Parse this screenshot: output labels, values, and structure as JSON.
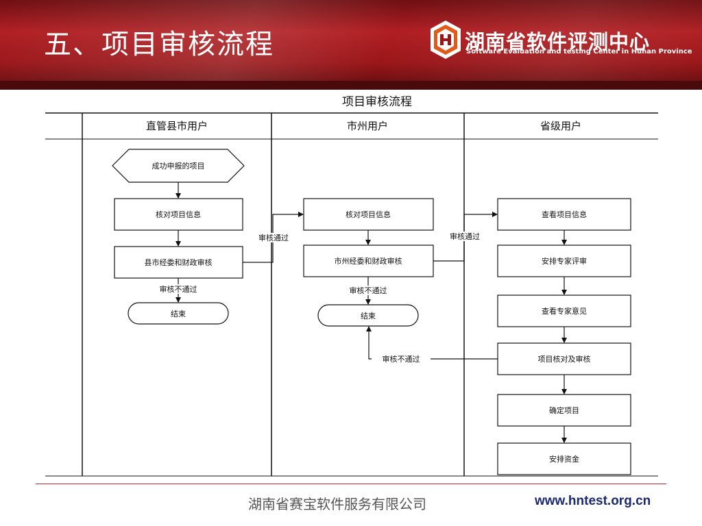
{
  "slide": {
    "title": "五、项目审核流程",
    "logo_name": "湖南省软件评测中心",
    "logo_en": "Software Evaluation and testing Center in Hunan Province",
    "footer_company": "湖南省赛宝软件服务有限公司",
    "footer_url": "www.hntest.org.cn"
  },
  "diagram": {
    "title": "项目审核流程",
    "lanes": [
      "直管县市用户",
      "市州用户",
      "省级用户"
    ],
    "nodes": {
      "start": "成功申报的项目",
      "county_check": "核对项目信息",
      "county_review": "县市经委和财政审核",
      "county_end": "结束",
      "city_check": "核对项目信息",
      "city_review": "市州经委和财政审核",
      "city_end": "结束",
      "prov_view": "查看项目信息",
      "prov_expert": "安排专家评审",
      "prov_opinion": "查看专家意见",
      "prov_verify": "项目核对及审核",
      "prov_confirm": "确定项目",
      "prov_fund": "安排资金"
    },
    "edge_labels": {
      "county_pass": "审核通过",
      "city_pass": "审核通过",
      "county_fail": "审核不通过",
      "city_fail": "审核不通过",
      "prov_fail": "审核不通过"
    }
  },
  "colors": {
    "header_red": "#b01e22",
    "footer_line": "#c0272d",
    "url_blue": "#1a2a6c"
  }
}
